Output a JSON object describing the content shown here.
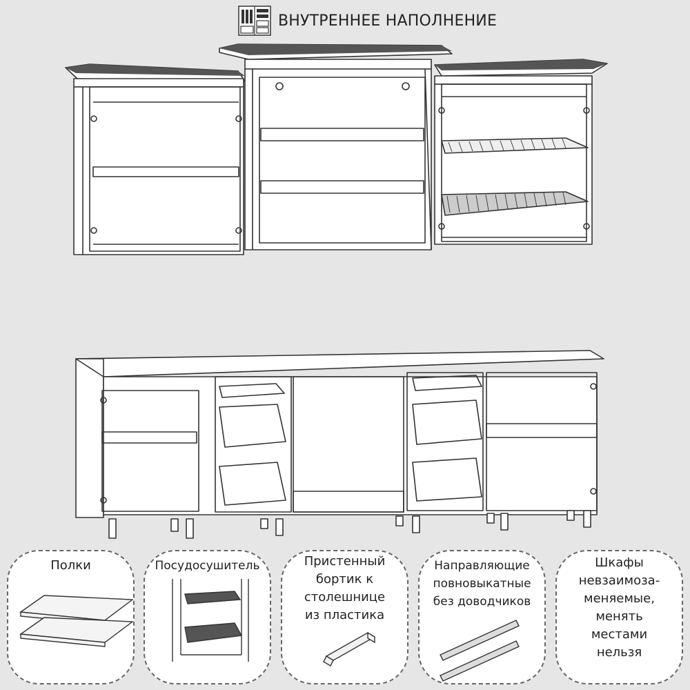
{
  "header": {
    "title": "ВНУТРЕННЕЕ НАПОЛНЕНИЕ",
    "icon": "kitchen-cabinet-icon"
  },
  "cards": [
    {
      "label": "Полки",
      "icon": "shelves-icon"
    },
    {
      "label": "Посудосушитель",
      "icon": "dish-rack-icon"
    },
    {
      "label": "Пристенный\nбортик к\nстолешнице\nиз пластика",
      "icon": "plastic-edge-strip-icon"
    },
    {
      "label": "Направляющие\nповновыкатные\nбез доводчиков",
      "icon": "drawer-slides-icon"
    },
    {
      "label": "Шкафы\nневзаимоза-\nменяемые,\nменять\nместами\nнельзя",
      "icon": null
    }
  ]
}
